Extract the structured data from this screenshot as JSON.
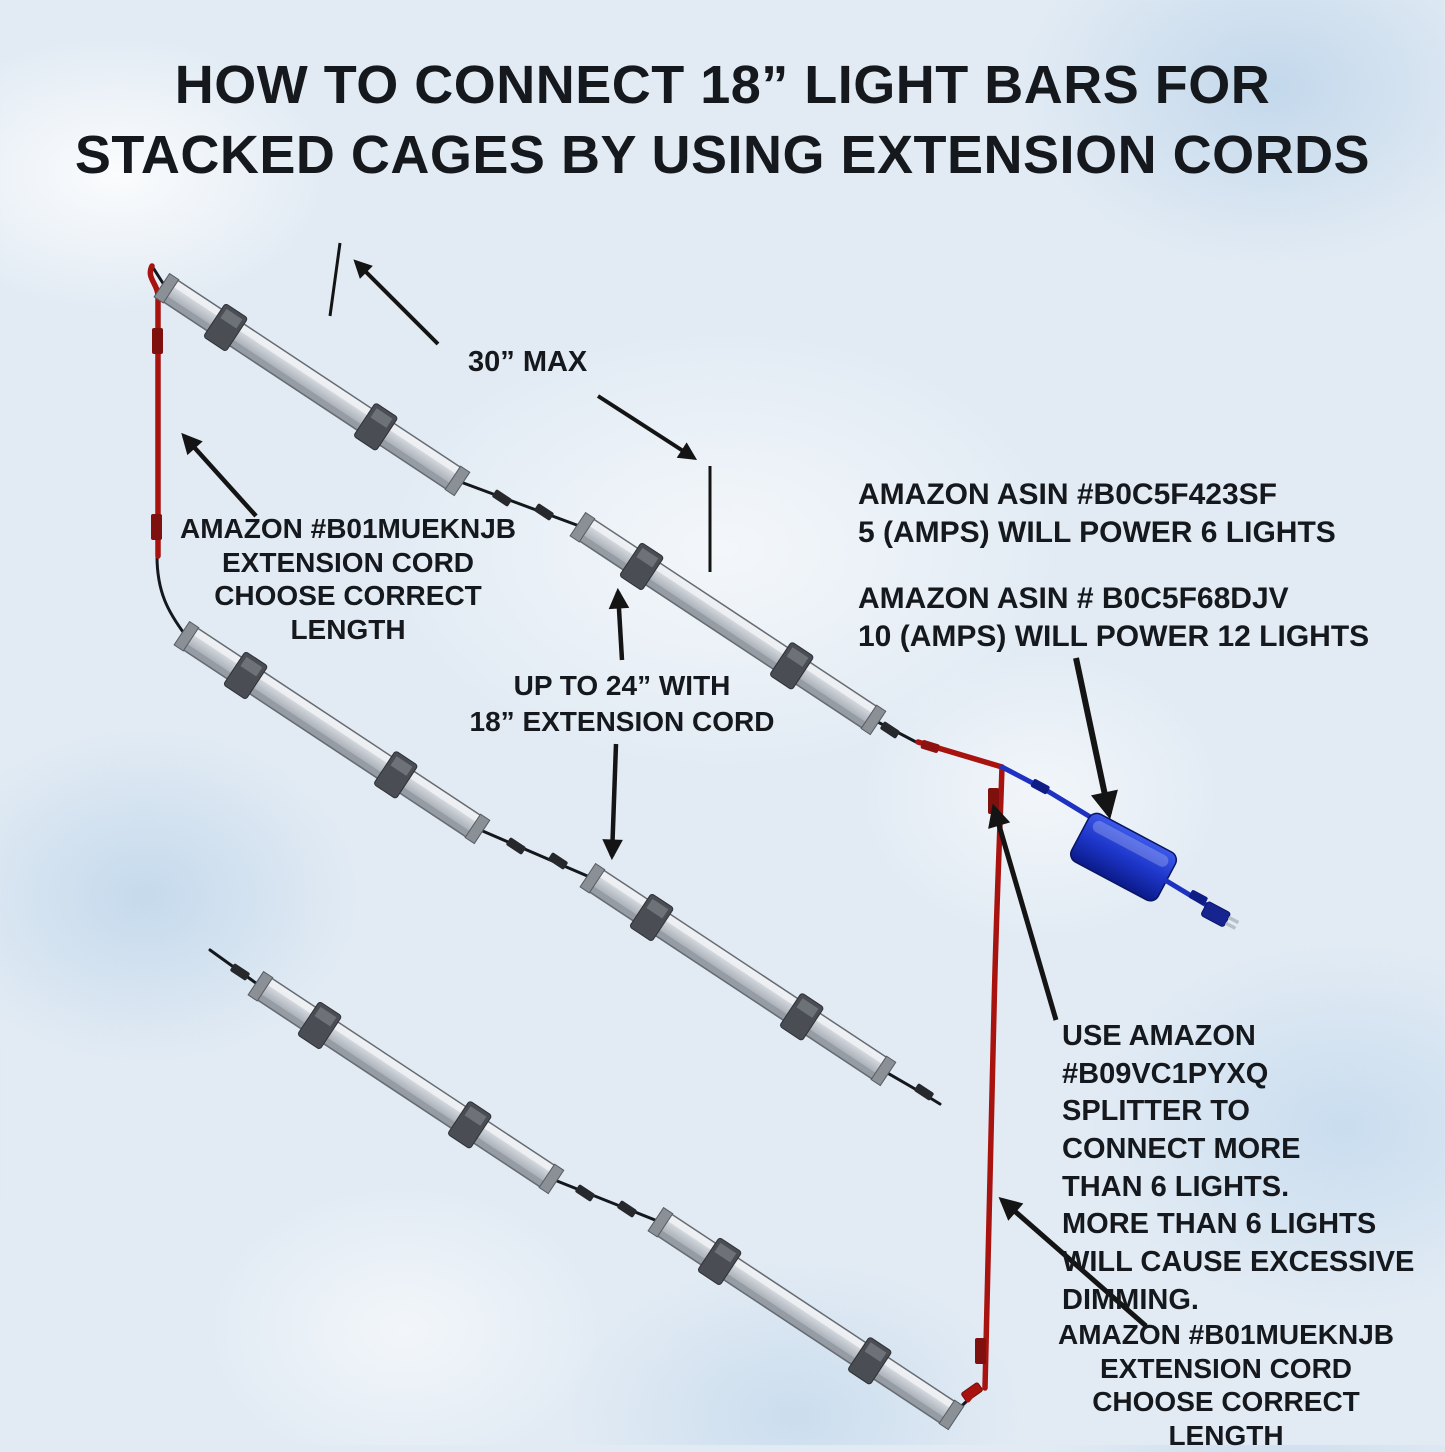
{
  "title": {
    "line1": "HOW TO CONNECT 18” LIGHT BARS FOR",
    "line2": "STACKED CAGES BY USING EXTENSION CORDS"
  },
  "annotations": {
    "max_span": "30” MAX",
    "left_cord": {
      "lines": [
        "AMAZON #B01MUEKNJB",
        "EXTENSION CORD",
        "CHOOSE CORRECT LENGTH"
      ]
    },
    "power_5amp": {
      "lines": [
        "AMAZON ASIN #B0C5F423SF",
        "5 (AMPS) WILL POWER 6 LIGHTS"
      ]
    },
    "power_10amp": {
      "lines": [
        "AMAZON ASIN # B0C5F68DJV",
        "10 (AMPS) WILL POWER 12 LIGHTS"
      ]
    },
    "extension_24": {
      "lines": [
        "UP TO 24” WITH",
        "18” EXTENSION CORD"
      ]
    },
    "splitter": {
      "lines": [
        "USE AMAZON #B09VC1PYXQ",
        "SPLITTER TO",
        "CONNECT MORE",
        "THAN 6 LIGHTS.",
        "MORE THAN 6 LIGHTS",
        "WILL CAUSE EXCESSIVE",
        "DIMMING."
      ]
    },
    "bottom_cord": {
      "lines": [
        "AMAZON #B01MUEKNJB",
        "EXTENSION CORD",
        "CHOOSE CORRECT LENGTH"
      ]
    }
  },
  "diagram": {
    "light_bar_rows": 3,
    "light_bars_per_row": 2,
    "cord_color_red": "#a81310",
    "power_supply_color_blue": "#1d32c0",
    "background_color": "#e2ebf4",
    "text_color": "#15181c"
  }
}
